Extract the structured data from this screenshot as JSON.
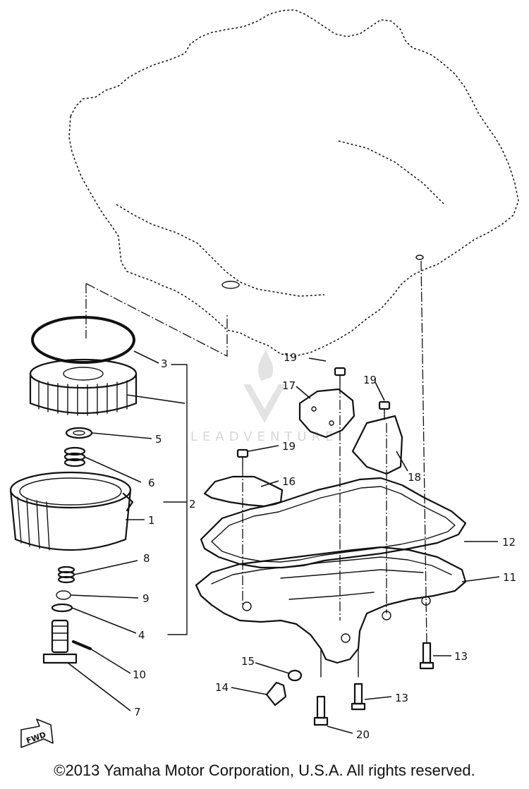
{
  "diagram": {
    "callouts": [
      "3",
      "5",
      "6",
      "2",
      "1",
      "8",
      "9",
      "4",
      "10",
      "7",
      "19",
      "17",
      "19",
      "18",
      "19",
      "16",
      "12",
      "11",
      "13",
      "15",
      "14",
      "13",
      "20"
    ],
    "fwd_label": "FWD",
    "watermark": "LEADVENTURE"
  },
  "footer": {
    "copyright": "©2013 Yamaha Motor Corporation, U.S.A. All rights reserved."
  }
}
